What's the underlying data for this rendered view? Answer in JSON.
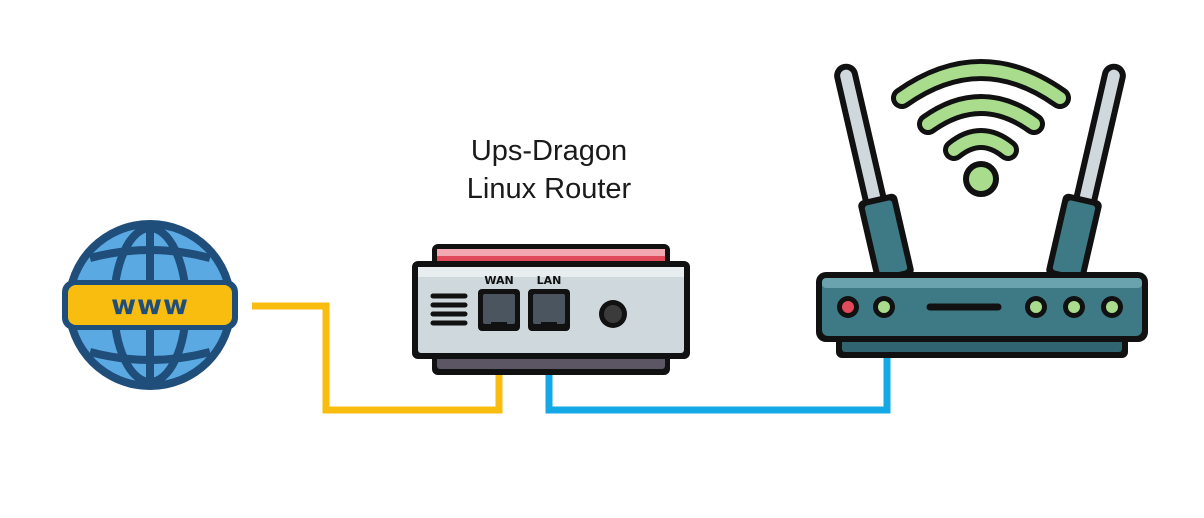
{
  "title": {
    "line1": "Ups-Dragon",
    "line2": "Linux Router"
  },
  "globe": {
    "label": "www"
  },
  "router": {
    "wan_label": "WAN",
    "lan_label": "LAN"
  },
  "colors": {
    "wan_cable": "#f9bd0f",
    "lan_cable": "#15a8e6",
    "outline": "#111111",
    "globe_fill": "#5aa9e2",
    "globe_dark": "#1f4e7a",
    "router_body": "#cfd8dc",
    "router_top": "#e04a5a",
    "wifi_green": "#a9dc8c",
    "ap_body": "#3d7a86"
  }
}
